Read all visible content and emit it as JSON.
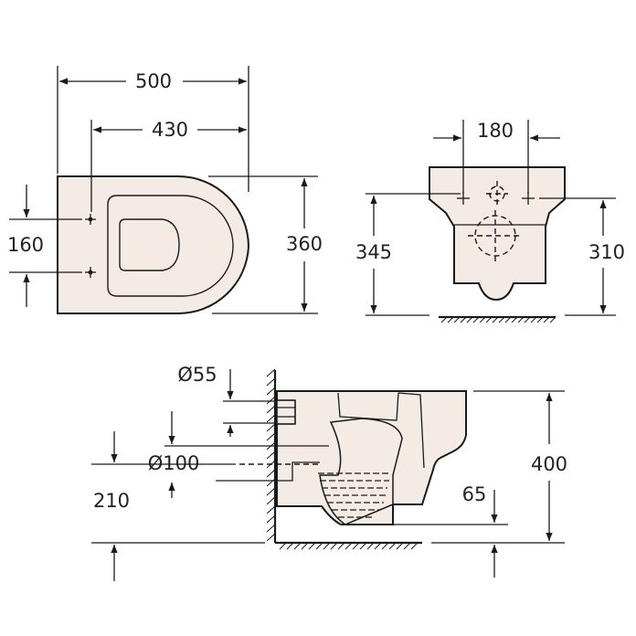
{
  "colors": {
    "ceramic": "#f3ebe4",
    "line": "#1a1a1a",
    "text": "#222222"
  },
  "top_view": {
    "overall_length": "500",
    "fixing_to_front": "430",
    "fixing_spacing": "160",
    "overall_width": "360"
  },
  "front_view": {
    "fixing_width": "180",
    "total_height": "345",
    "fixing_height": "310"
  },
  "side_view": {
    "inlet_diameter": "Ø55",
    "outlet_diameter": "Ø100",
    "outlet_height": "210",
    "rim_height": "400",
    "water_level": "65"
  }
}
